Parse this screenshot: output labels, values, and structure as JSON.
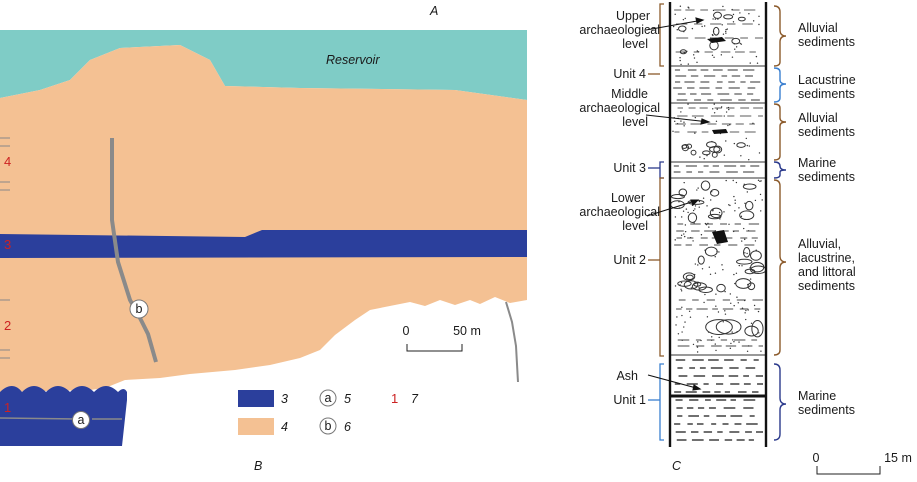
{
  "panel_labels": {
    "a": "A",
    "b": "B",
    "c": "C"
  },
  "section": {
    "reservoir_label": "Reservoir",
    "point_a": "a",
    "point_b": "b",
    "unit_numbers": [
      "4",
      "3",
      "2",
      "1"
    ],
    "scale_zero": "0",
    "scale_end": "50 m"
  },
  "legend": {
    "item3": "3",
    "item4": "4",
    "item5_symbol": "a",
    "item5": "5",
    "item6_symbol": "b",
    "item6": "6",
    "item7_symbol": "1",
    "item7": "7"
  },
  "column": {
    "left_labels": {
      "upper_line1": "Upper",
      "upper_line2": "archaeological",
      "upper_line3": "level",
      "unit4": "Unit 4",
      "middle_line1": "Middle",
      "middle_line2": "archaeological",
      "middle_line3": "level",
      "unit3": "Unit 3",
      "lower_line1": "Lower",
      "lower_line2": "archaeological",
      "lower_line3": "level",
      "unit2": "Unit 2",
      "ash": "Ash",
      "unit1": "Unit 1"
    },
    "right_labels": {
      "alluvial1_line1": "Alluvial",
      "alluvial1_line2": "sediments",
      "lacustrine_line1": "Lacustrine",
      "lacustrine_line2": "sediments",
      "alluvial2_line1": "Alluvial",
      "alluvial2_line2": "sediments",
      "marine1_line1": "Marine",
      "marine1_line2": "sediments",
      "mixed_line1": "Alluvial,",
      "mixed_line2": "lacustrine,",
      "mixed_line3": "and littoral",
      "mixed_line4": "sediments",
      "marine2_line1": "Marine",
      "marine2_line2": "sediments"
    },
    "scale_zero": "0",
    "scale_end": "15 m"
  },
  "colors": {
    "reservoir": "#7fccc6",
    "sediment": "#f4c193",
    "blue_layer": "#2b3f9c",
    "unit_number": "#cc2222",
    "brace_brown": "#8b5a2b",
    "brace_blue": "#3a7fcf",
    "brace_navy": "#2b3a8c"
  }
}
